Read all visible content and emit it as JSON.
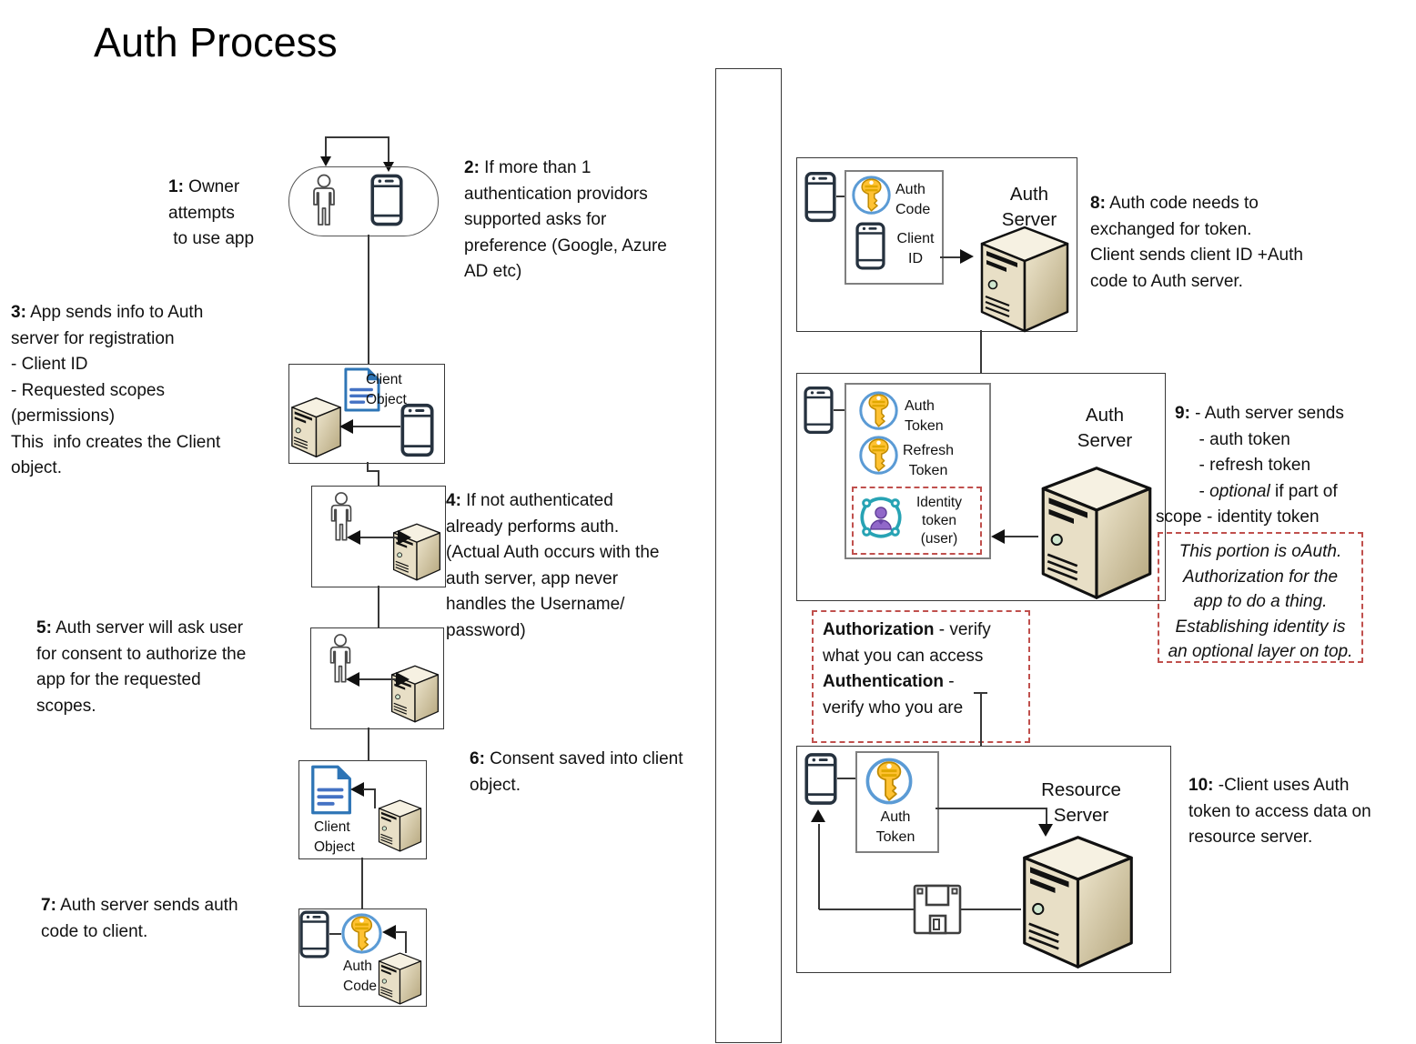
{
  "title": "Auth Process",
  "steps": {
    "s1": {
      "num": "1:",
      "body": " Owner\nattempts\n to use app"
    },
    "s2": {
      "num": "2:",
      "body": " If more than 1\nauthentication providors\nsupported asks for\npreference (Google, Azure\nAD etc)"
    },
    "s3": {
      "num": "3:",
      "body": " App sends info to Auth\nserver for registration\n- Client ID\n- Requested scopes\n(permissions)\nThis  info creates the Client\nobject."
    },
    "s4": {
      "num": "4:",
      "body": " If not authenticated\nalready performs auth.\n(Actual Auth occurs with the\nauth server, app never\nhandles the Username/\npassword)"
    },
    "s5": {
      "num": "5:",
      "body": " Auth server will ask user\nfor consent to authorize the\napp for the requested\nscopes."
    },
    "s6": {
      "num": "6:",
      "body": " Consent saved into client\nobject."
    },
    "s7": {
      "num": "7:",
      "body": " Auth server sends auth\ncode to client."
    },
    "s8": {
      "num": "8:",
      "body": " Auth code needs to\nexchanged for token.\nClient sends client ID +Auth\ncode to Auth server."
    },
    "s9": {
      "num": "9:",
      "body_before": " - Auth server sends\n         - auth token\n         - refresh token\n         - ",
      "italic": "optional",
      "body_after": " if part of\nscope - identity token"
    },
    "s10": {
      "num": "10:",
      "body": " -Client uses Auth\ntoken to access data on\nresource server."
    }
  },
  "labels": {
    "client_object": "Client\nObject",
    "auth_code": "Auth\nCode",
    "client_id": "Client\nID",
    "auth_token": "Auth\nToken",
    "refresh_token": "Refresh\nToken",
    "identity_token": "Identity\ntoken\n(user)",
    "auth_server": "Auth\nServer",
    "resource_server": "Resource\nServer"
  },
  "notes": {
    "oauth": "This portion is oAuth.\nAuthorization for the\napp to do a thing.\nEstablishing identity is\nan optional layer on top.",
    "authz_term": "Authorization",
    "authz_def": " - verify\nwhat you can access\n",
    "authn_term": "Authentication",
    "authn_def": " -\nverify who you are"
  },
  "icons": {
    "server": "3d-server-tower",
    "phone": "smartphone",
    "person": "person-outline",
    "document": "blue-document",
    "key": "gold-key-in-blue-circle",
    "identity": "user-identity-sync",
    "floppy": "floppy-disk"
  },
  "colors": {
    "dashed_red": "#c0504d",
    "doc_blue": "#2e75b6",
    "key_gold": "#ffc233",
    "key_ring_blue": "#5b9bd5",
    "identity_purple": "#9168c9",
    "identity_teal": "#27a3b4",
    "server_beige": "#e8dfc6"
  }
}
